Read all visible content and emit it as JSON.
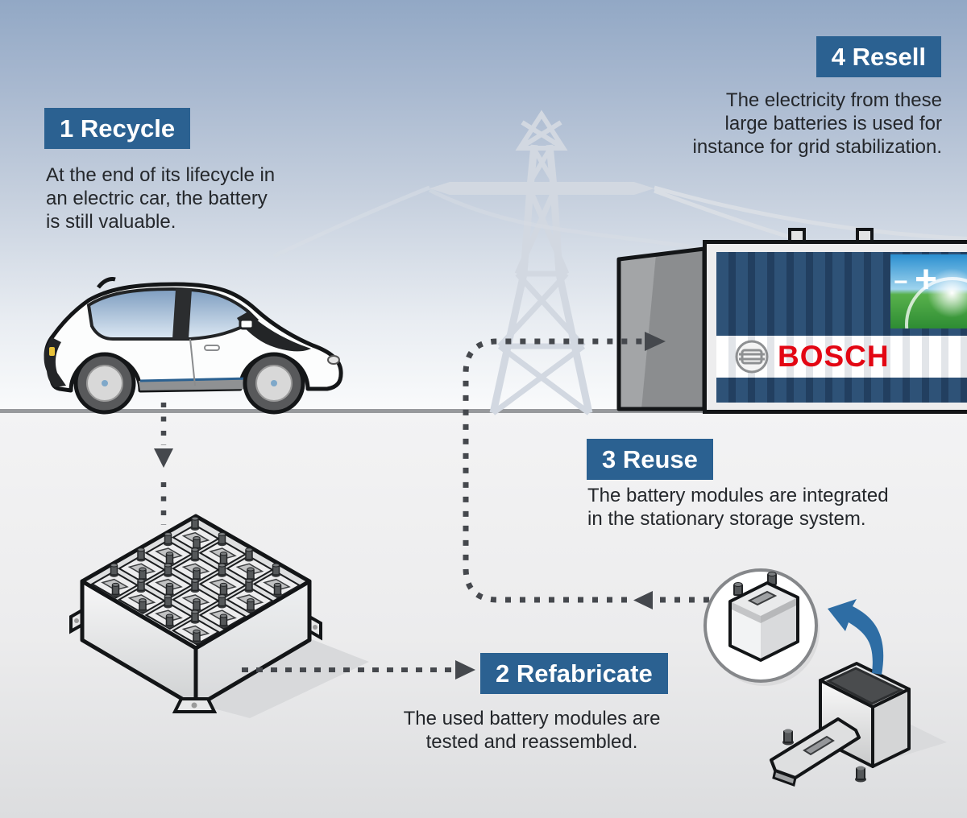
{
  "infographic": {
    "steps": [
      {
        "label": "1 Recycle",
        "description": "At the end of its lifecycle in\nan electric car, the battery\nis still valuable."
      },
      {
        "label": "2 Refabricate",
        "description": "The used battery modules are\ntested and reassembled."
      },
      {
        "label": "3 Reuse",
        "description": "The battery modules are integrated\nin the stationary storage system."
      },
      {
        "label": "4 Resell",
        "description": "The electricity from these\nlarge batteries is used for\ninstance for grid stabilization."
      }
    ],
    "container": {
      "brand": "BOSCH",
      "picture": {
        "minus": "−",
        "plus": "+"
      }
    },
    "colors": {
      "badge_blue": "#2b6191",
      "bosch_red": "#e30613",
      "arrow_gray": "#45484d",
      "flow_blue": "#2e6da4",
      "pylon_gray": "#d2d8e1"
    },
    "icons": {
      "pylon": "electricity-pylon-silhouette",
      "car": "electric-car-side-view",
      "battery_pack": "isometric-battery-pack",
      "storage_container": "bosch-storage-container",
      "battery_module": "battery-module-in-circle",
      "disassembled_module": "opened-battery-module-with-lid-and-screws",
      "curved_arrow": "blue-swoosh-arrow"
    }
  }
}
